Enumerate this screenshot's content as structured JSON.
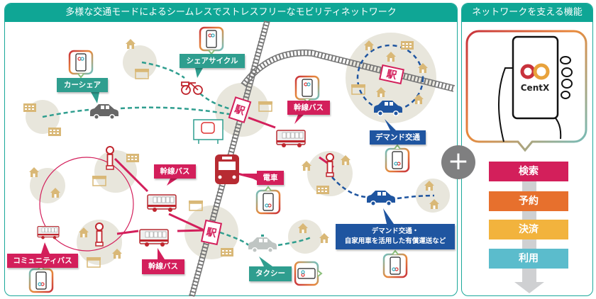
{
  "left_panel": {
    "title": "多様な交通モードによるシームレスでストレスフリーなモビリティネットワーク"
  },
  "right_panel": {
    "title": "ネットワークを支える機能"
  },
  "labels": {
    "share_cycle": "シェアサイクル",
    "car_share": "カーシェア",
    "trunk_bus_1": "幹線バス",
    "trunk_bus_2": "幹線バス",
    "trunk_bus_3": "幹線バス",
    "demand_transit": "デマンド交通",
    "train": "電車",
    "demand_private_line1": "デマンド交通・",
    "demand_private_line2": "自家用車を活用した有償運送など",
    "community_bus": "コミュニティバス",
    "taxi": "タクシー"
  },
  "station_label": "駅",
  "app": {
    "name": "CentX",
    "logo": "infinity-logo"
  },
  "steps": [
    {
      "label": "検索",
      "color": "#d31f5b"
    },
    {
      "label": "予約",
      "color": "#e7702d"
    },
    {
      "label": "決済",
      "color": "#f2b33d"
    },
    {
      "label": "利用",
      "color": "#5bbccc"
    }
  ],
  "plus_symbol": "+",
  "colors": {
    "teal": "#0fa695",
    "crimson": "#d31f5b",
    "blue": "#1f55a0",
    "rail": "#777777",
    "beige": "#e8e6dc"
  }
}
